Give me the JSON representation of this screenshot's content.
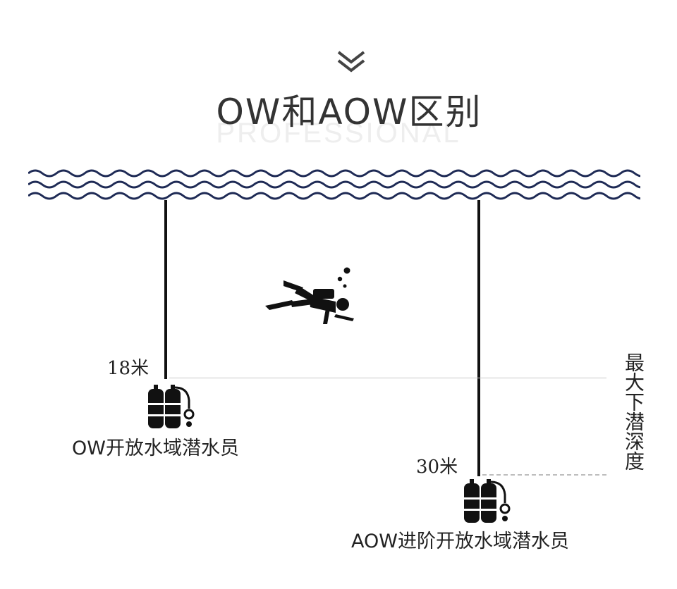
{
  "header": {
    "title": "OW和AOW区别",
    "watermark": "PROFESSIONAL"
  },
  "icons": {
    "chevron": "double-chevron-down-icon",
    "waves": "water-surface-waves",
    "diver": "scuba-diver-icon",
    "tank": "scuba-tank-icon"
  },
  "colors": {
    "wave": "#1e2a55",
    "rope": "#111111",
    "text": "#222222",
    "watermark": "#eeeeee",
    "dashed": "#bdbdbd"
  },
  "depths": {
    "ow": {
      "value": 18,
      "label": "18米"
    },
    "aow": {
      "value": 30,
      "label": "30米"
    }
  },
  "certs": {
    "ow": "OW开放水域潜水员",
    "aow": "AOW进阶开放水域潜水员"
  },
  "side_label": "最大下潜深度"
}
